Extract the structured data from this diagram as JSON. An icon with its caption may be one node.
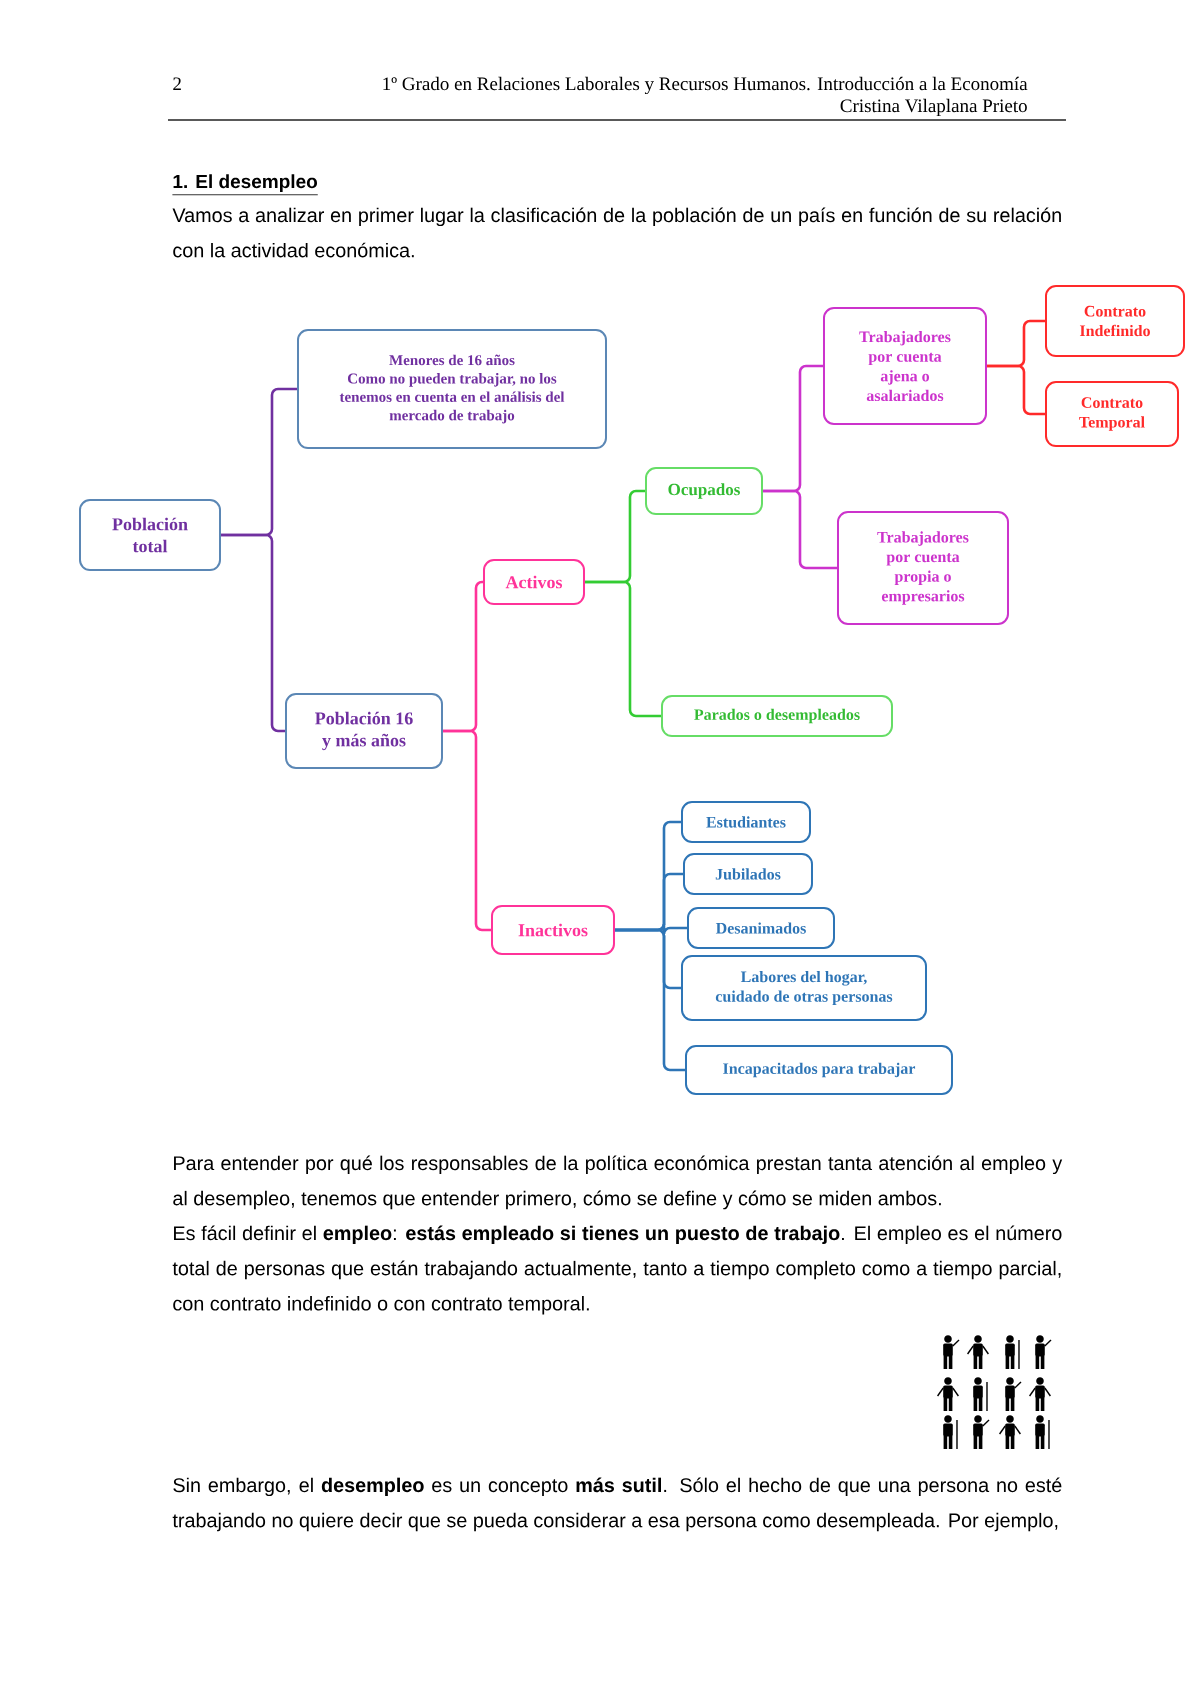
{
  "diagram": {
    "title": "1. El desempleo",
    "nodes": [
      {
        "text": [
          "Población total"
        ]
      },
      {
        "text": [
          "Menores de 16 años",
          "Como no pueden trabajar, no los tenemos en cuenta en el análisis del mercado de trabajo"
        ]
      },
      {
        "text": [
          "Población 16 y más años"
        ]
      },
      {
        "text": [
          "Activos"
        ]
      },
      {
        "text": [
          "Inactivos"
        ]
      },
      {
        "text": [
          "Ocupados"
        ]
      },
      {
        "text": [
          "Parados o desempleados"
        ]
      },
      {
        "text": [
          "Trabajadores por cuenta ajena o asalariados"
        ]
      },
      {
        "text": [
          "Trabajadores por cuenta propia o empresarios"
        ]
      },
      {
        "text": [
          "Contrato Indefinido"
        ]
      },
      {
        "text": [
          "Contrato Temporal"
        ]
      },
      {
        "text": [
          "Estudiantes"
        ]
      },
      {
        "text": [
          "Jubilados"
        ]
      },
      {
        "text": [
          "Desanimados"
        ]
      },
      {
        "text": [
          "Labores del hogar, cuidado de otras personas"
        ]
      },
      {
        "text": [
          "Incapacitados para trabajar"
        ]
      }
    ],
    "edges": [
      {
        "from": 0,
        "to": 1,
        "arrow": "none",
        "color": "#7030a0"
      },
      {
        "from": 0,
        "to": 2,
        "arrow": "none",
        "color": "#7030a0"
      },
      {
        "from": 2,
        "to": 3,
        "arrow": "none",
        "color": "#ff3399"
      },
      {
        "from": 2,
        "to": 4,
        "arrow": "none",
        "color": "#ff3399"
      },
      {
        "from": 3,
        "to": 5,
        "arrow": "none",
        "color": "#33cc33"
      },
      {
        "from": 3,
        "to": 6,
        "arrow": "none",
        "color": "#33cc33"
      },
      {
        "from": 5,
        "to": 7,
        "arrow": "none",
        "color": "#cc33cc"
      },
      {
        "from": 5,
        "to": 8,
        "arrow": "none",
        "color": "#cc33cc"
      },
      {
        "from": 7,
        "to": 9,
        "arrow": "none",
        "color": "#ff2a2a"
      },
      {
        "from": 7,
        "to": 10,
        "arrow": "none",
        "color": "#ff2a2a"
      },
      {
        "from": 4,
        "to": 11,
        "arrow": "none"
      },
      {
        "from": 4,
        "to": 12,
        "arrow": "none"
      },
      {
        "from": 4,
        "to": 13,
        "arrow": "none"
      },
      {
        "from": 4,
        "to": 14,
        "arrow": "none"
      },
      {
        "from": 4,
        "to": 15,
        "arrow": "none"
      }
    ],
    "labels": [
      "2",
      "1º Grado en Relaciones Laborales y Recursos Humanos. Introducción a la Economía",
      "Cristina Vilaplana Prieto",
      "Vamos a analizar en primer lugar la clasificación de la población de un país en función de su relación con la actividad económica.",
      "Para entender por qué los responsables de la política económica prestan tanta atención al empleo y al desempleo, tenemos que entender primero, cómo se define y cómo se miden ambos.",
      "Es fácil definir el **empleo**: **estás empleado si tienes un puesto de trabajo**. El empleo es el número total de personas que están trabajando actualmente, tanto a tiempo completo como a tiempo parcial, con contrato indefinido o con contrato temporal.",
      "Sin embargo, el **desempleo** es un concepto **más sutil**. Sólo el hecho de que una persona no esté trabajando no quiere decir que se pueda considerar a esa persona como desempleada. Por ejemplo,"
    ]
  }
}
